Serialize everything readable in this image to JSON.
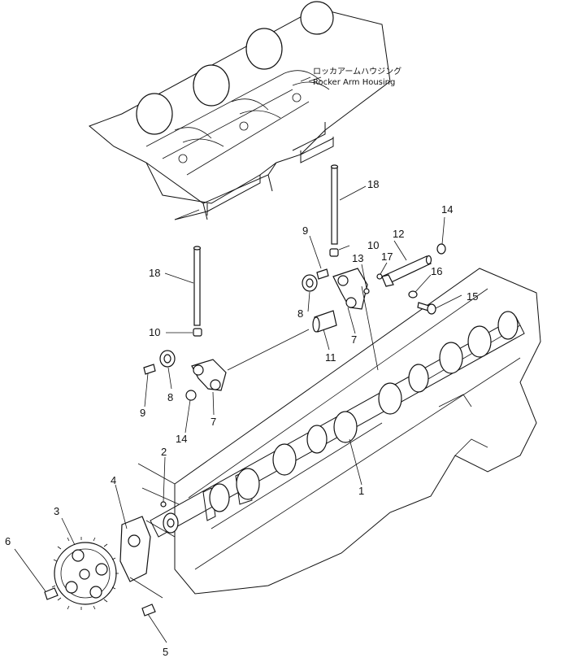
{
  "housing_callout": {
    "japanese": "ロッカアームハウジング",
    "english": "Rocker Arm Housing"
  },
  "callouts": [
    "1",
    "2",
    "3",
    "4",
    "5",
    "6",
    "7",
    "7",
    "8",
    "8",
    "9",
    "9",
    "10",
    "10",
    "11",
    "12",
    "13",
    "14",
    "14",
    "15",
    "16",
    "17",
    "18",
    "18"
  ]
}
